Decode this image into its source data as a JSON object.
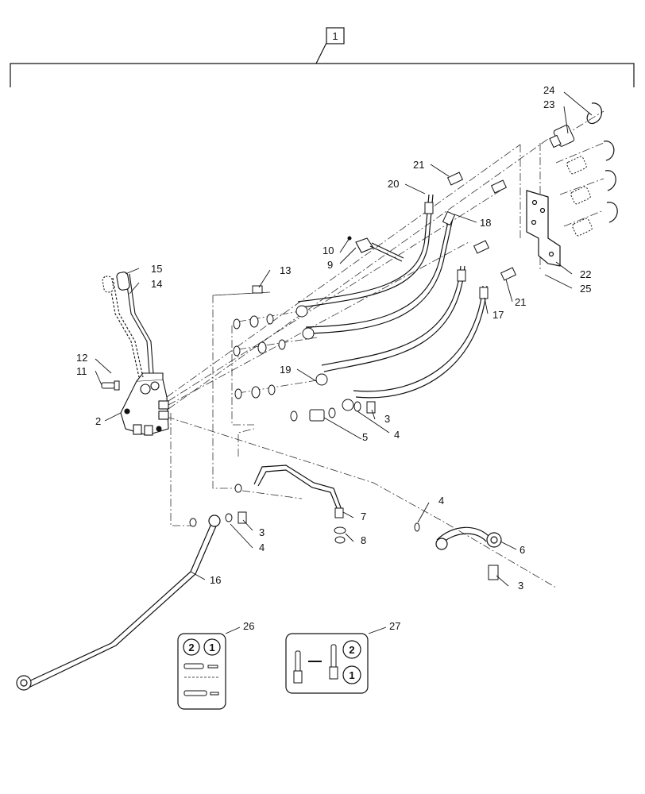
{
  "assembly": {
    "label": "1"
  },
  "callouts": {
    "c2": "2",
    "c3a": "3",
    "c3b": "3",
    "c3c": "3",
    "c4a": "4",
    "c4b": "4",
    "c4c": "4",
    "c5": "5",
    "c6": "6",
    "c7": "7",
    "c8": "8",
    "c9": "9",
    "c10": "10",
    "c11": "11",
    "c12": "12",
    "c13": "13",
    "c14": "14",
    "c15": "15",
    "c16": "16",
    "c17": "17",
    "c18": "18",
    "c19": "19",
    "c20": "20",
    "c21a": "21",
    "c21b": "21",
    "c22": "22",
    "c23": "23",
    "c24": "24",
    "c25": "25",
    "c26": "26",
    "c27": "27"
  },
  "decal_26": {
    "badge_left": "2",
    "badge_right": "1"
  },
  "decal_27": {
    "badge_top": "2",
    "badge_bottom": "1"
  }
}
